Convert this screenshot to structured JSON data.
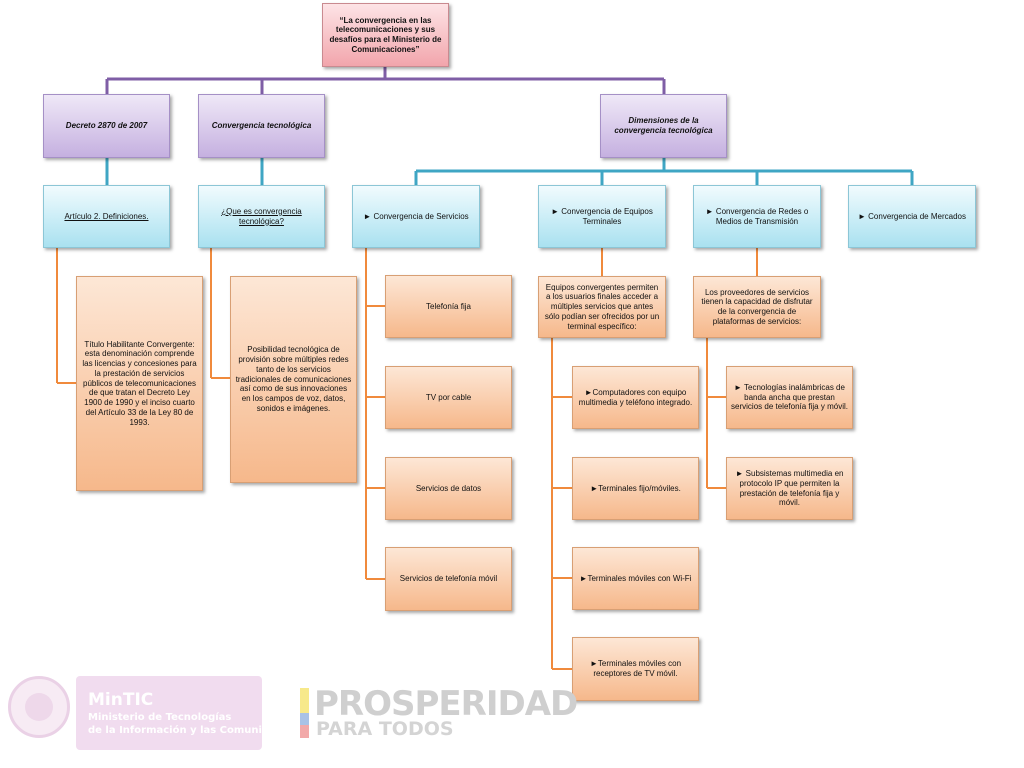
{
  "root": "“La convergencia en las telecomunicaciones y sus desafíos para el Ministerio de Comunicaciones”",
  "level1": {
    "decreto": "Decreto 2870 de 2007",
    "convergencia": "Convergencia tecnológica",
    "dimensiones": "Dimensiones de la convergencia tecnológica"
  },
  "articulo": "Artículo 2. Definiciones.",
  "que_es": "¿Que es convergencia tecnológica?",
  "titulo_habilitante": "Título Habilitante Convergente: esta denominación comprende las licencias y concesiones para la prestación de servicios públicos de telecomunicaciones de que tratan el Decreto Ley 1900 de 1990 y el inciso cuarto del Artículo 33 de la Ley 80 de 1993.",
  "posibilidad": "Posibilidad tecnológica de provisión sobre múltiples redes tanto de los servicios tradicionales de comunicaciones así como de sus innovaciones en los campos de voz, datos, sonidos e imágenes.",
  "dim": {
    "servicios": "► Convergencia de Servicios",
    "equipos": "► Convergencia de Equipos Terminales",
    "redes": "► Convergencia de Redes o Medios de Transmisión",
    "mercados": "► Convergencia de Mercados"
  },
  "servicios_items": [
    "Telefonía fija",
    "TV por cable",
    "Servicios de datos",
    "Servicios de telefonía móvil"
  ],
  "equipos_desc": "Equipos convergentes permiten a los usuarios finales acceder a múltiples servicios que antes sólo podían ser ofrecidos por un terminal específico:",
  "equipos_items": [
    "►Computadores con equipo multimedia y teléfono integrado.",
    "►Terminales fijo/móviles.",
    "►Terminales móviles con Wi-Fi",
    "►Terminales móviles con receptores de TV móvil."
  ],
  "redes_desc": "Los proveedores de servicios tienen la capacidad de disfrutar de la convergencia de plataformas de servicios:",
  "redes_items": [
    "► Tecnologías inalámbricas de banda ancha que prestan servicios de telefonía fija y móvil.",
    "► Subsistemas multimedia en protocolo IP que permiten la prestación de telefonía fija y móvil."
  ],
  "logos": {
    "mintic_title": "MinTIC",
    "mintic_line1": "Ministerio de Tecnologías",
    "mintic_line2": "de la Información y las Comunicaciones",
    "prosperidad": "PROSPERIDAD",
    "para_todos": "PARA TODOS"
  },
  "colors": {
    "purple_line": "#7f5ea6",
    "blue_line": "#3fa6c4",
    "orange_line": "#f08a3c"
  }
}
